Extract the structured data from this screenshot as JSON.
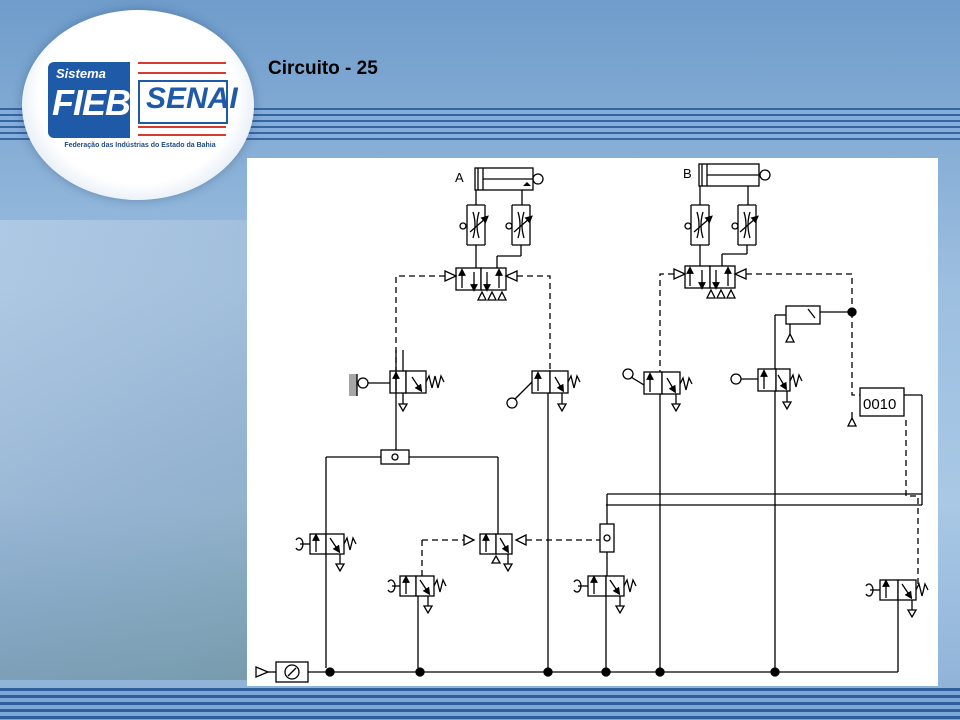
{
  "title": "Circuito - 25",
  "logo": {
    "sistema": "Sistema",
    "fieb": "FIEB",
    "senai": "SENAI",
    "caption": "Federação das Indústrias do Estado da Bahia"
  },
  "diagram": {
    "cylinder_a_label": "A",
    "cylinder_b_label": "B",
    "counter_value": "0010"
  },
  "colors": {
    "brand_blue": "#1f5aa8",
    "brand_red": "#d83a2e"
  }
}
